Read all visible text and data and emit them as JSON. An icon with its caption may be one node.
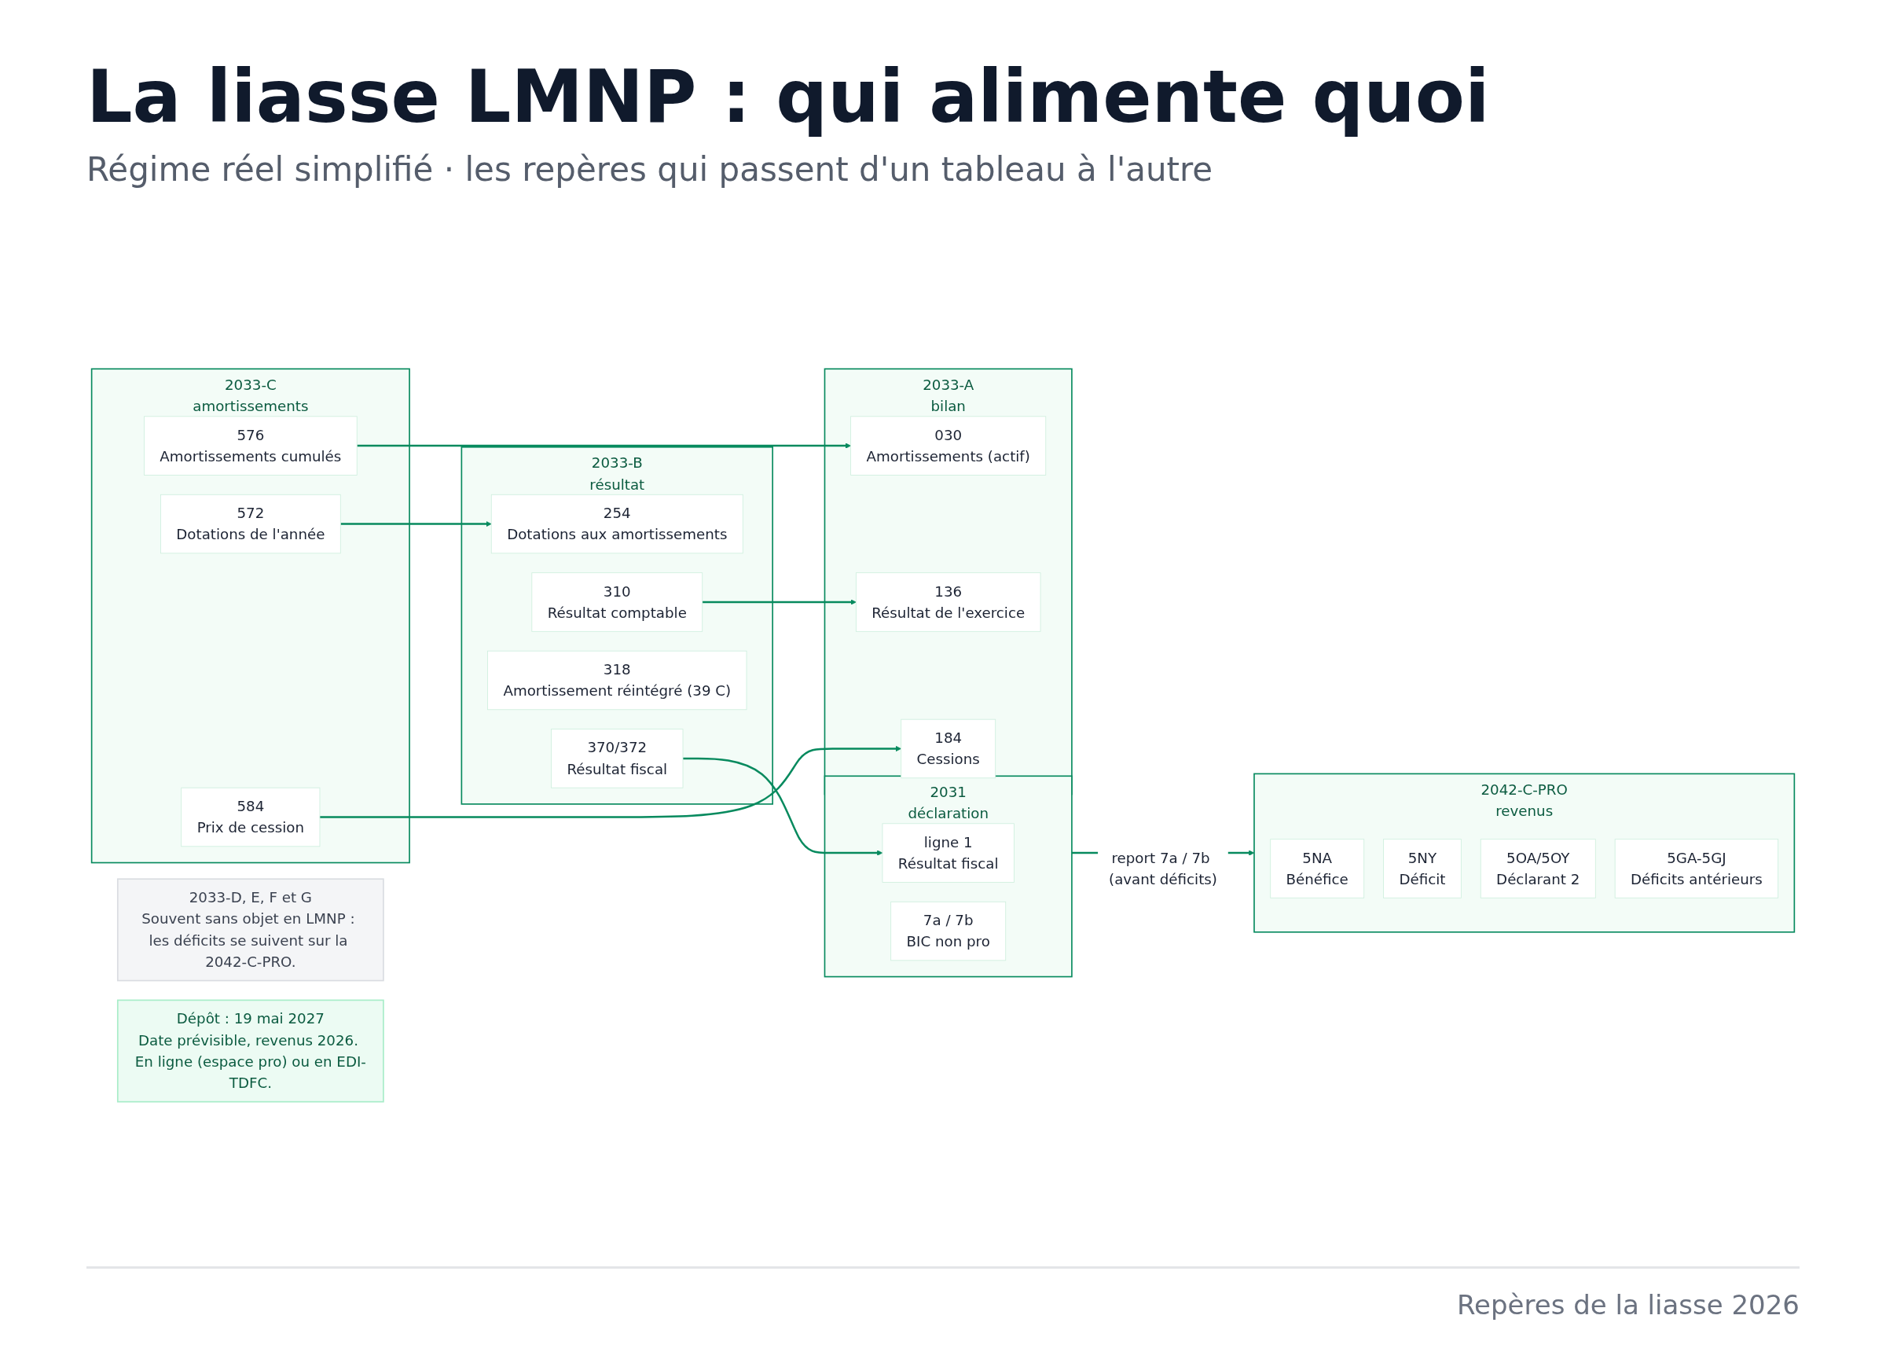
{
  "diagram": {
    "title": "La liasse LMNP : qui alimente quoi",
    "nodes": [
      {
        "text": [
          "2033-C",
          "amortissements"
        ]
      },
      {
        "text": [
          "572",
          "Dotations de l'année"
        ],
        "in": 0
      },
      {
        "text": [
          "576",
          "Amortissements cumulés"
        ],
        "in": 0
      },
      {
        "text": [
          "584",
          "Prix de cession"
        ],
        "in": 0
      },
      {
        "text": [
          "2033-B",
          "résultat"
        ]
      },
      {
        "text": [
          "254",
          "Dotations aux amortissements"
        ],
        "in": 4
      },
      {
        "text": [
          "310",
          "Résultat comptable"
        ],
        "in": 4
      },
      {
        "text": [
          "318",
          "Amortissement réintégré (39 C)"
        ],
        "in": 4
      },
      {
        "text": [
          "370/372",
          "Résultat fiscal"
        ],
        "in": 4
      },
      {
        "text": [
          "2031",
          "déclaration"
        ]
      },
      {
        "text": [
          "ligne 1",
          "Résultat fiscal"
        ],
        "in": 9
      },
      {
        "text": [
          "7a / 7b",
          "BIC non pro"
        ],
        "in": 9
      },
      {
        "text": [
          "2033-A",
          "bilan"
        ]
      },
      {
        "text": [
          "030",
          "Amortissements (actif)"
        ],
        "in": 12
      },
      {
        "text": [
          "136",
          "Résultat de l'exercice"
        ],
        "in": 12
      },
      {
        "text": [
          "184",
          "Cessions"
        ],
        "in": 12
      },
      {
        "text": [
          "2033-D, E, F et G",
          "Souvent sans objet en LMNP : les déficits se suivent sur la 2042-C-PRO."
        ]
      },
      {
        "text": [
          "Dépôt : 19 mai 2027",
          "Date prévisible, revenus 2026. En ligne (espace pro) ou en EDI-TDFC."
        ]
      },
      {
        "text": [
          "2042-C-PRO",
          "revenus"
        ]
      },
      {
        "text": [
          "5NA",
          "Bénéfice"
        ],
        "in": 18
      },
      {
        "text": [
          "5NY",
          "Déficit"
        ],
        "in": 18
      },
      {
        "text": [
          "5OA/5OY",
          "Déclarant 2"
        ],
        "in": 18
      },
      {
        "text": [
          "5GA-5GJ",
          "Déficits antérieurs"
        ],
        "in": 18
      }
    ],
    "edges": [
      {
        "from": 1,
        "to": 5,
        "arrow": "to"
      },
      {
        "from": 2,
        "to": 13,
        "arrow": "to"
      },
      {
        "from": 3,
        "to": 15,
        "arrow": "to"
      },
      {
        "from": 6,
        "to": 14,
        "arrow": "to"
      },
      {
        "from": 8,
        "to": 10,
        "arrow": "to"
      },
      {
        "from": 9,
        "to": 18,
        "arrow": "to",
        "label": "report 7a / 7b (avant déficits)"
      }
    ],
    "labels": [
      "Régime réel simplifié · les repères qui passent d'un tableau à l'autre",
      "Repères de la liasse 2026"
    ]
  }
}
